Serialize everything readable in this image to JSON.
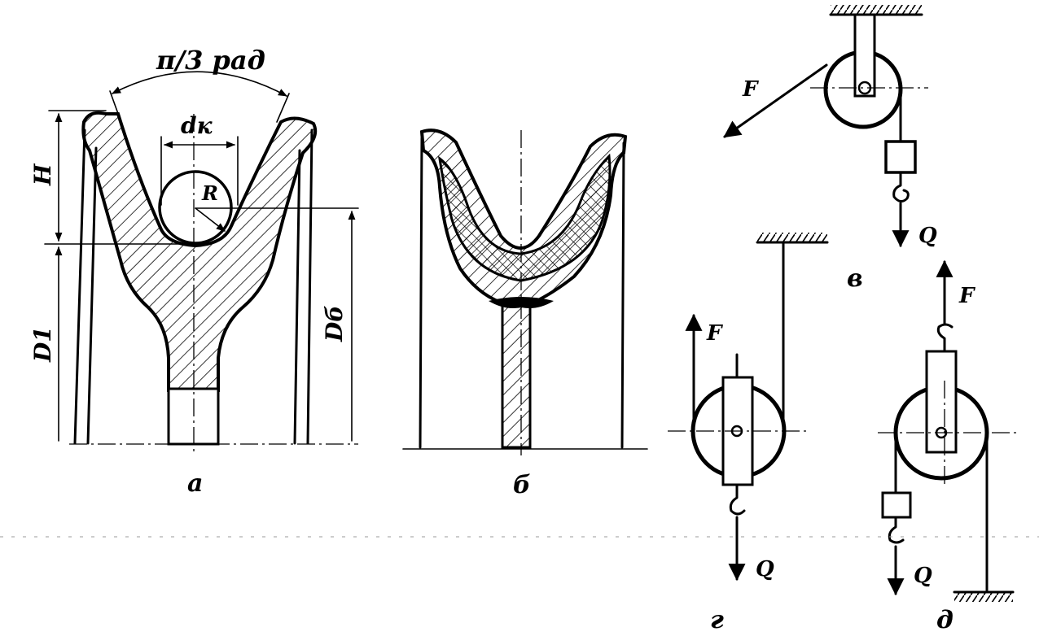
{
  "figure_a": {
    "angle_label": "π/3 рад",
    "dk_label": "dк",
    "r_label": "R",
    "h_label": "H",
    "d1_label": "D1",
    "db_label": "Dб",
    "caption": "а"
  },
  "figure_b": {
    "caption": "б"
  },
  "figure_v": {
    "force_label": "F",
    "load_label": "Q",
    "caption": "в"
  },
  "figure_g": {
    "force_label": "F",
    "load_label": "Q",
    "caption": "г"
  },
  "figure_d": {
    "force_label": "F",
    "load_label": "Q",
    "caption": "д"
  }
}
